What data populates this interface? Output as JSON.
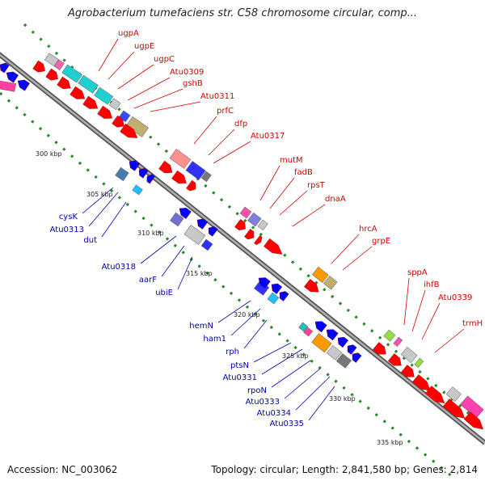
{
  "title": "Agrobacterium tumefaciens str. C58 chromosome circular, comp...",
  "footer": {
    "accession": "Accession: NC_003062",
    "summary": "Topology: circular; Length: 2,841,580 bp; Genes: 2,814"
  },
  "colors": {
    "backbone": "#888888",
    "tick": "#2a8a2a",
    "red_label": "#d40000",
    "blue_label": "#0000b0",
    "forward_cds": "#ff0000",
    "reverse_cds": "#0000ff"
  },
  "ticks": [
    "300 kbp",
    "305 kbp",
    "310 kbp",
    "315 kbp",
    "320 kbp",
    "325 kbp",
    "330 kbp",
    "335 kbp"
  ],
  "forward_genes": [
    "ugpA",
    "ugpE",
    "ugpC",
    "Atu0309",
    "gshB",
    "Atu0311",
    "prfC",
    "dfp",
    "Atu0317",
    "mutM",
    "fadB",
    "rpsT",
    "dnaA",
    "hrcA",
    "grpE",
    "sppA",
    "ihfB",
    "Atu0339",
    "trmH"
  ],
  "reverse_genes": [
    "cysK",
    "Atu0313",
    "dut",
    "Atu0318",
    "aarF",
    "ubiE",
    "hemN",
    "ham1",
    "rph",
    "ptsN",
    "Atu0331",
    "rpoN",
    "Atu0333",
    "Atu0334",
    "Atu0335"
  ]
}
